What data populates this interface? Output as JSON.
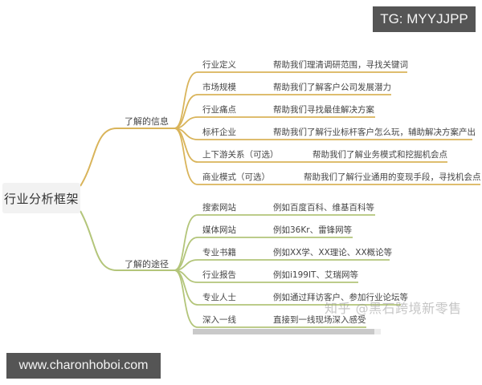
{
  "colors": {
    "info_branch": "#d9b45a",
    "route_branch": "#b3c57a",
    "text": "#444444",
    "root_bg": "#f2f2f2",
    "watermark_bg": "#555555"
  },
  "root": {
    "label": "行业分析框架"
  },
  "branches": [
    {
      "label": "了解的信息",
      "children": [
        {
          "label": "行业定义",
          "desc": "帮助我们理清调研范围，寻找关键词"
        },
        {
          "label": "市场规模",
          "desc": "帮助我们了解客户公司发展潜力"
        },
        {
          "label": "行业痛点",
          "desc": "帮助我们寻找最佳解决方案"
        },
        {
          "label": "标杆企业",
          "desc": "帮助我们了解行业标杆客户怎么玩，辅助解决方案产出"
        },
        {
          "label": "上下游关系（可选）",
          "desc": "帮助我们了解业务模式和挖掘机会点"
        },
        {
          "label": "商业模式（可选）",
          "desc": "帮助我们了解行业通用的变现手段，寻找机会点"
        }
      ]
    },
    {
      "label": "了解的途径",
      "children": [
        {
          "label": "搜索网站",
          "desc": "例如百度百科、维基百科等"
        },
        {
          "label": "媒体网站",
          "desc": "例如36Kr、雷锋网等"
        },
        {
          "label": "专业书籍",
          "desc": "例如XX学、XX理论、XX概论等"
        },
        {
          "label": "行业报告",
          "desc": "例如i199IT、艾瑞网等"
        },
        {
          "label": "专业人士",
          "desc": "例如通过拜访客户、参加行业论坛等"
        },
        {
          "label": "深入一线",
          "desc": "直接到一线现场深入感受"
        }
      ]
    }
  ],
  "watermarks": {
    "tg": "TG: MYYJJPP",
    "site": "www.charonhoboi.com",
    "zhihu": "知乎 @黑石跨境新零售"
  }
}
